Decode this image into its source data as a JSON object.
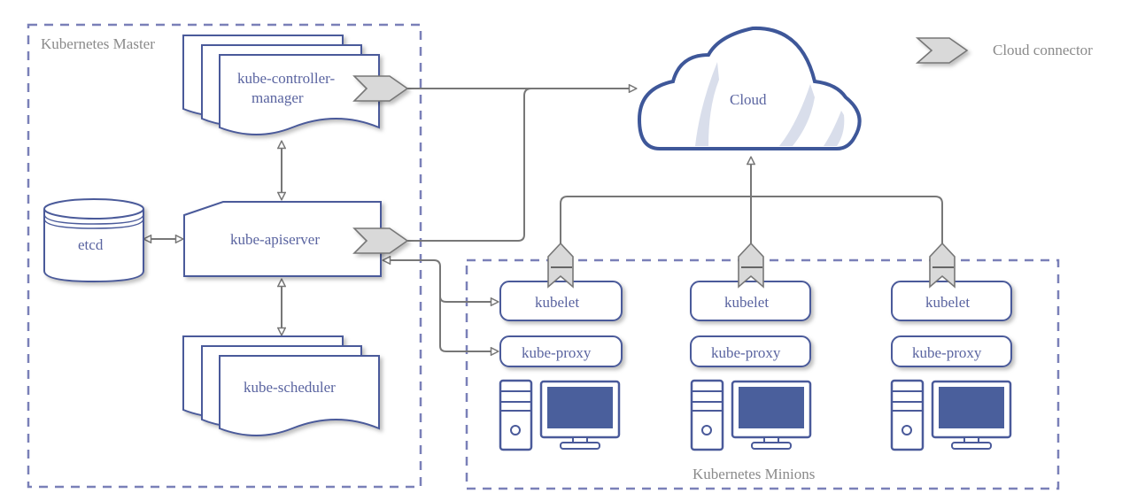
{
  "legend": {
    "connector_label": "Cloud connector",
    "connector_icon": "cloud-connector-icon"
  },
  "master": {
    "title": "Kubernetes Master",
    "controller_manager": {
      "line1": "kube-controller-",
      "line2": "manager"
    },
    "apiserver": "kube-apiserver",
    "scheduler": "kube-scheduler",
    "etcd": "etcd"
  },
  "cloud": {
    "label": "Cloud"
  },
  "minions": {
    "title": "Kubernetes Minions",
    "nodes": [
      {
        "kubelet": "kubelet",
        "proxy": "kube-proxy",
        "icon": "computer-icon"
      },
      {
        "kubelet": "kubelet",
        "proxy": "kube-proxy",
        "icon": "computer-icon"
      },
      {
        "kubelet": "kubelet",
        "proxy": "kube-proxy",
        "icon": "computer-icon"
      }
    ]
  },
  "colors": {
    "primary": "#4a5a9a",
    "screen": "#4a5f9c",
    "connector": "#d9d9d9",
    "line": "#777777"
  }
}
